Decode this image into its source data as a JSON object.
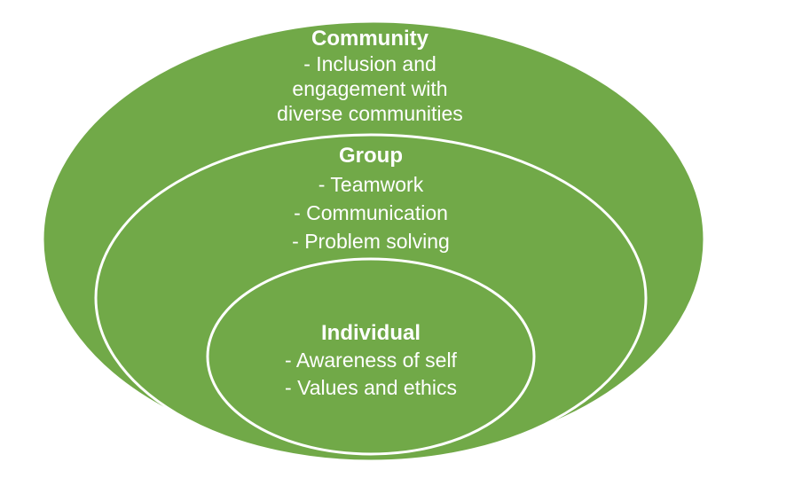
{
  "diagram": {
    "type": "nested-stacked-venn",
    "description": "Three concentric ellipses converging at the bottom",
    "colors": {
      "fill": "#71A948",
      "outline": "#FFFFFF",
      "text": "#FFFFFF",
      "background": "#FFFFFF"
    },
    "rings": [
      {
        "id": "community",
        "title": "Community",
        "lines": [
          "- Inclusion and",
          "engagement with",
          "diverse communities"
        ]
      },
      {
        "id": "group",
        "title": "Group",
        "lines": [
          "- Teamwork",
          "- Communication",
          "- Problem solving"
        ]
      },
      {
        "id": "individual",
        "title": "Individual",
        "lines": [
          "- Awareness of self",
          "- Values and ethics"
        ]
      }
    ]
  }
}
